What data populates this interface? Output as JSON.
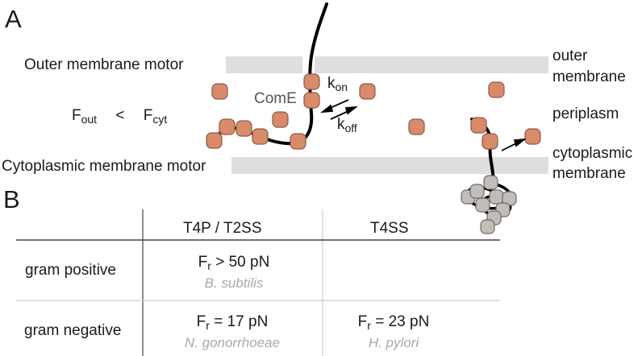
{
  "panels": {
    "a": "A",
    "b": "B"
  },
  "diagram": {
    "outer_motor_label": "Outer membrane motor",
    "cyto_motor_label": "Cytoplasmic membrane motor",
    "outer_membrane_label": [
      "outer",
      "membrane"
    ],
    "periplasm_label": "periplasm",
    "cyto_membrane_label": [
      "cytoplasmic",
      "membrane"
    ],
    "force_relation": {
      "left": "F",
      "left_sub": "out",
      "op": "<",
      "right": "F",
      "right_sub": "cyt"
    },
    "protein_label": "ComE",
    "k_on": {
      "k": "k",
      "sub": "on"
    },
    "k_off": {
      "k": "k",
      "sub": "off"
    },
    "colors": {
      "membrane": "#dedede",
      "protein": "#d98a6a",
      "protein_edge": "#8a5a48",
      "gray_protein": "#c2bdb8",
      "strand": "#000000"
    }
  },
  "table": {
    "headers": [
      "T4P / T2SS",
      "T4SS"
    ],
    "rows": [
      {
        "label": "gram positive",
        "cells": [
          {
            "F": "F",
            "sub": "r",
            "value": " > 50 pN",
            "organism": "B. subtilis"
          },
          null
        ]
      },
      {
        "label": "gram negative",
        "cells": [
          {
            "F": "F",
            "sub": "r",
            "value": " = 17 pN",
            "organism": "N. gonorrhoeae"
          },
          {
            "F": "F",
            "sub": "r",
            "value": " = 23 pN",
            "organism": "H. pylori"
          }
        ]
      }
    ]
  }
}
